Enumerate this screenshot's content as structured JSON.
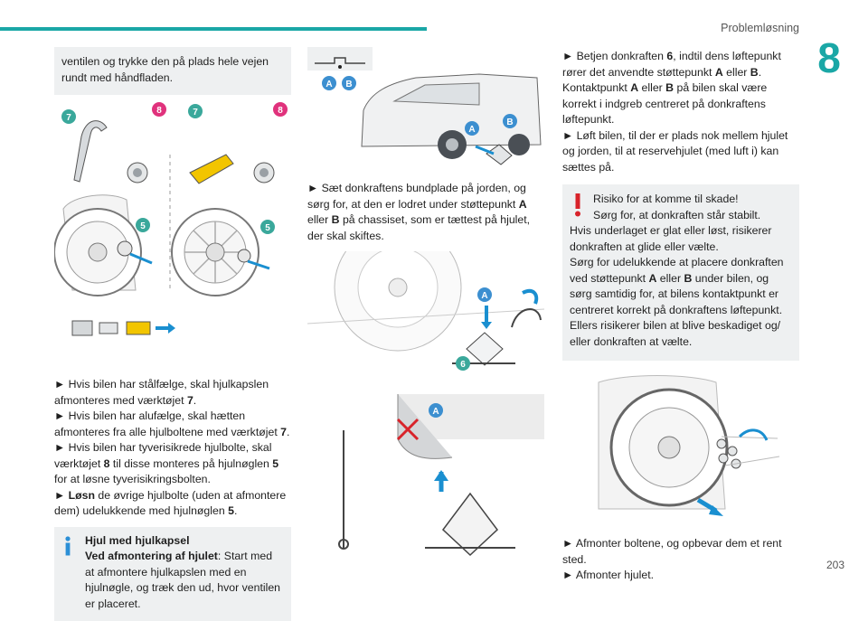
{
  "header": {
    "section": "Problemløsning",
    "chapter": "8",
    "page": "203"
  },
  "col1": {
    "intro": "ventilen og trykke den på plads hele vejen rundt med håndfladen.",
    "callouts": {
      "tool7": "7",
      "bolt8": "8",
      "wrench5": "5"
    },
    "bullets": [
      {
        "arrow": "►",
        "pre": "Hvis bilen har stålfælge, skal hjulkapslen afmonteres med værktøjet ",
        "bold": "7",
        "post": "."
      },
      {
        "arrow": "►",
        "pre": "Hvis bilen har alufælge, skal hætten afmonteres fra alle hjulboltene med værktøjet ",
        "bold": "7",
        "post": "."
      },
      {
        "arrow": "►",
        "pre": "Hvis bilen har tyverisikrede hjulbolte, skal værktøjet ",
        "bold": "8",
        "post": " til disse monteres på hjulnøglen ",
        "bold2": "5",
        "post2": " for at løsne tyverisikringsbolten."
      },
      {
        "arrow": "►",
        "bold_lead": "Løsn",
        "pre": " de øvrige hjulbolte (uden at afmontere dem) udelukkende med hjulnøglen ",
        "bold": "5",
        "post": "."
      }
    ],
    "info": {
      "title": "Hjul med hjulkapsel",
      "lead": "Ved afmontering af hjulet",
      "text": ": Start med at afmontere hjulkapslen med en hjulnøgle, og træk den ud, hvor ventilen er placeret."
    }
  },
  "col2": {
    "callouts": {
      "a": "A",
      "b": "B",
      "jack6": "6"
    },
    "bullet": {
      "arrow": "►",
      "pre": "Sæt donkraftens bundplade på jorden, og sørg for, at den er lodret under støttepunkt ",
      "bold": "A",
      "mid": " eller ",
      "bold2": "B",
      "post": " på chassiset, som er tættest på hjulet, der skal skiftes."
    }
  },
  "col3": {
    "bullets": [
      {
        "arrow": "►",
        "pre": "Betjen donkraften ",
        "bold": "6",
        "mid": ", indtil dens løftepunkt rører det anvendte støttepunkt ",
        "bold2": "A",
        "mid2": " eller ",
        "bold3": "B",
        "post": ". Kontaktpunkt ",
        "bold4": "A",
        "mid3": " eller ",
        "bold5": "B",
        "post2": " på bilen skal være korrekt i indgreb centreret på donkraftens løftepunkt."
      },
      {
        "arrow": "►",
        "text": "Løft bilen, til der er plads nok mellem hjulet og jorden, til at reservehjulet (med luft i) kan sættes på."
      }
    ],
    "warning": {
      "line1": "Risiko for at komme til skade!",
      "line2": "Sørg for, at donkraften står stabilt.",
      "body": "Hvis underlaget er glat eller løst, risikerer donkraften at glide eller vælte.",
      "body2_pre": "Sørg for udelukkende at placere donkraften ved støttepunkt ",
      "body2_a": "A",
      "body2_mid": " eller ",
      "body2_b": "B",
      "body2_post": " under bilen, og sørg samtidig for, at bilens kontaktpunkt er centreret korrekt på donkraftens løftepunkt. Ellers risikerer bilen at blive beskadiget og/ eller donkraften at vælte."
    },
    "bottom_bullets": [
      {
        "arrow": "►",
        "text": "Afmonter boltene, og opbevar dem et rent sted."
      },
      {
        "arrow": "►",
        "text": "Afmonter hjulet."
      }
    ]
  },
  "colors": {
    "accent": "#1aa7a6",
    "badge": "#e0327c",
    "callout_blue": "#3c8fd0",
    "warn_red": "#d8232a",
    "info_blue": "#2b8fd6"
  }
}
